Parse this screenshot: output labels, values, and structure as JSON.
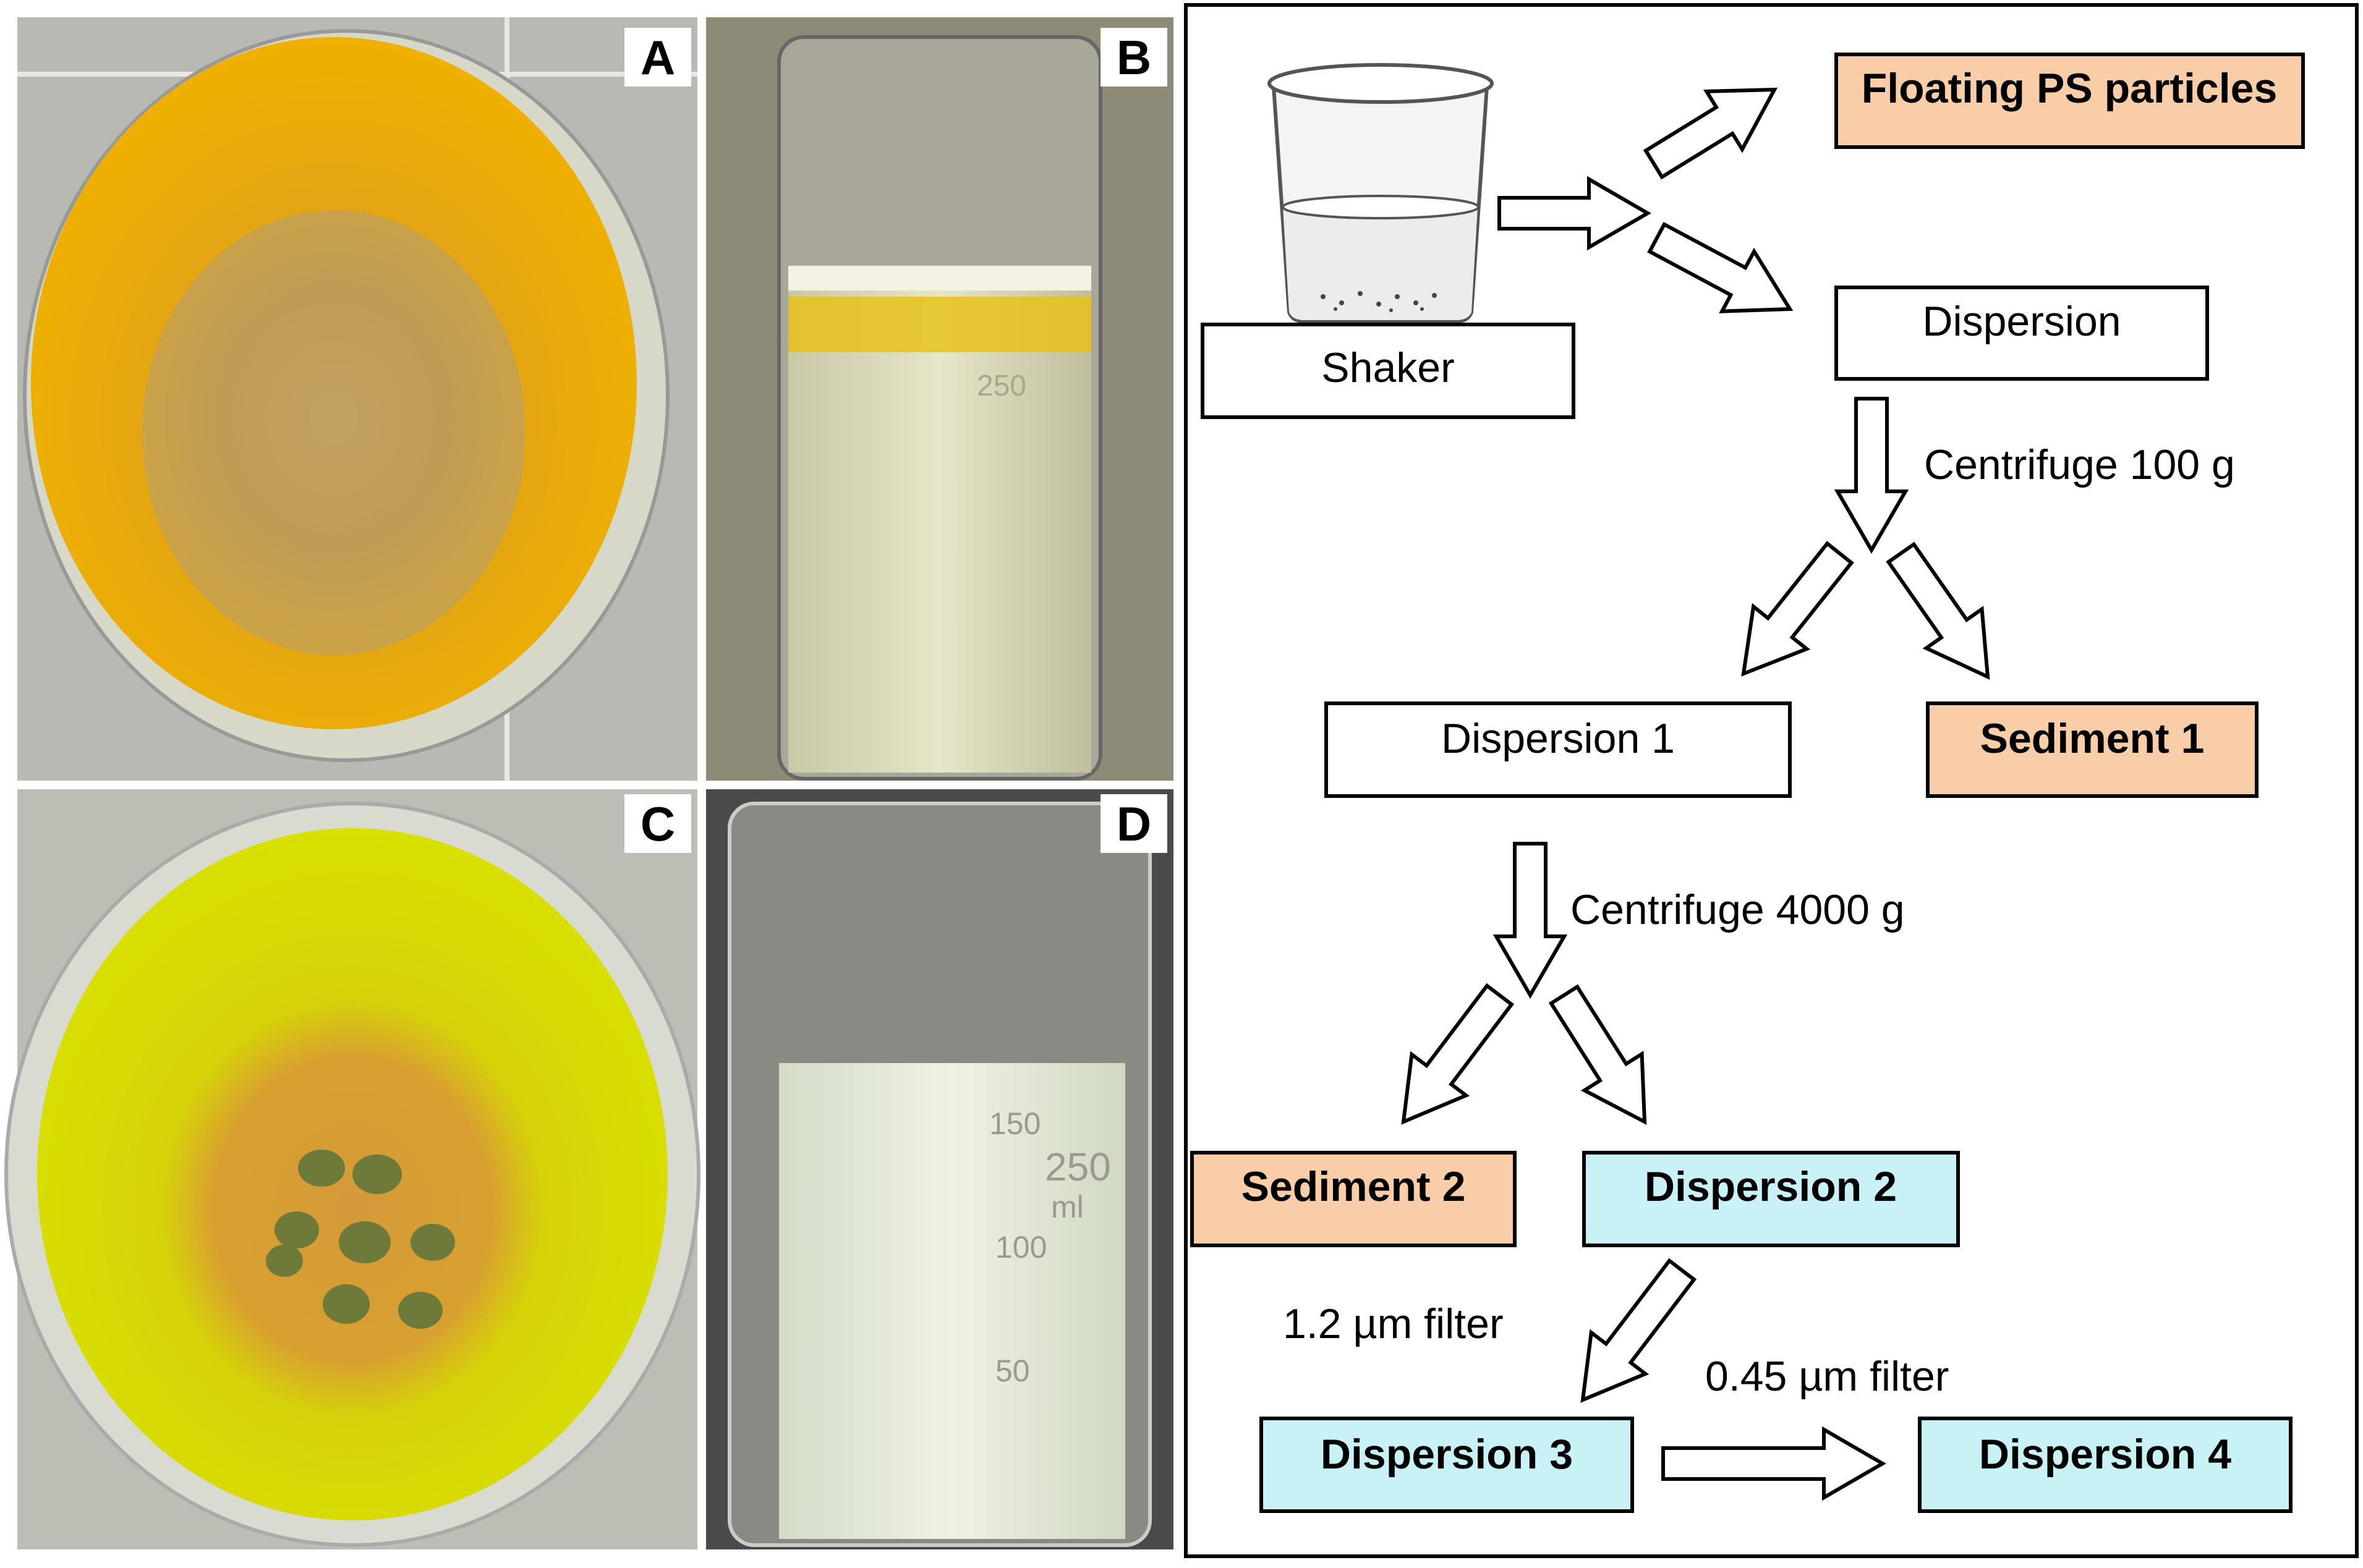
{
  "panels": {
    "A": "A",
    "B": "B",
    "C": "C",
    "D": "D"
  },
  "beaker_marks": {
    "b_mark": "250",
    "d_marks": [
      "150",
      "100",
      "50"
    ],
    "d_scale": [
      "250",
      "ml"
    ]
  },
  "diagram": {
    "shaker": "Shaker",
    "floating": "Floating PS particles",
    "dispersion": "Dispersion",
    "centrifuge_100": "Centrifuge 100 g",
    "dispersion_1": "Dispersion 1",
    "sediment_1": "Sediment 1",
    "centrifuge_4000": "Centrifuge 4000 g",
    "sediment_2": "Sediment 2",
    "dispersion_2": "Dispersion 2",
    "filter_12": "1.2 µm filter",
    "dispersion_3": "Dispersion 3",
    "filter_045": "0.45 µm filter",
    "dispersion_4": "Dispersion 4"
  },
  "colors": {
    "sediment_fill": "#f9cda8",
    "dispersion_fill": "#c9f2f7",
    "plain_fill": "#ffffff",
    "border": "#000000"
  }
}
